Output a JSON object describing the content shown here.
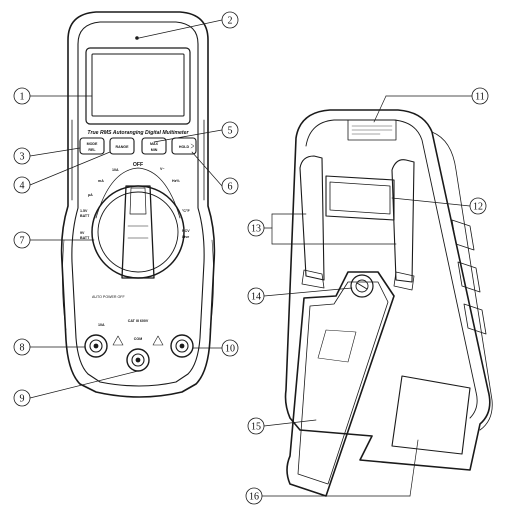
{
  "callouts": [
    "1",
    "2",
    "3",
    "4",
    "5",
    "6",
    "7",
    "8",
    "9",
    "10",
    "11",
    "12",
    "13",
    "14",
    "15",
    "16"
  ],
  "meter": {
    "title": "True RMS Autoranging Digital Multimeter",
    "buttons": {
      "mode": "MODE REL",
      "range": "RANGE",
      "maxmin": "MAX MIN",
      "hold": "HOLD"
    },
    "dial": {
      "off": "OFF",
      "v_ac": "V~",
      "hz": "Hz%",
      "amp10": "10A",
      "ma": "mA",
      "ua": "µA",
      "batt15": "1.5V BATT",
      "batt9": "9V BATT",
      "temp": "°C°F",
      "ncv": "NCV Live"
    },
    "auto_power_off": "AUTO POWER OFF",
    "cat": "CAT III 600V",
    "jack_10a": "10A",
    "jack_com": "COM"
  }
}
